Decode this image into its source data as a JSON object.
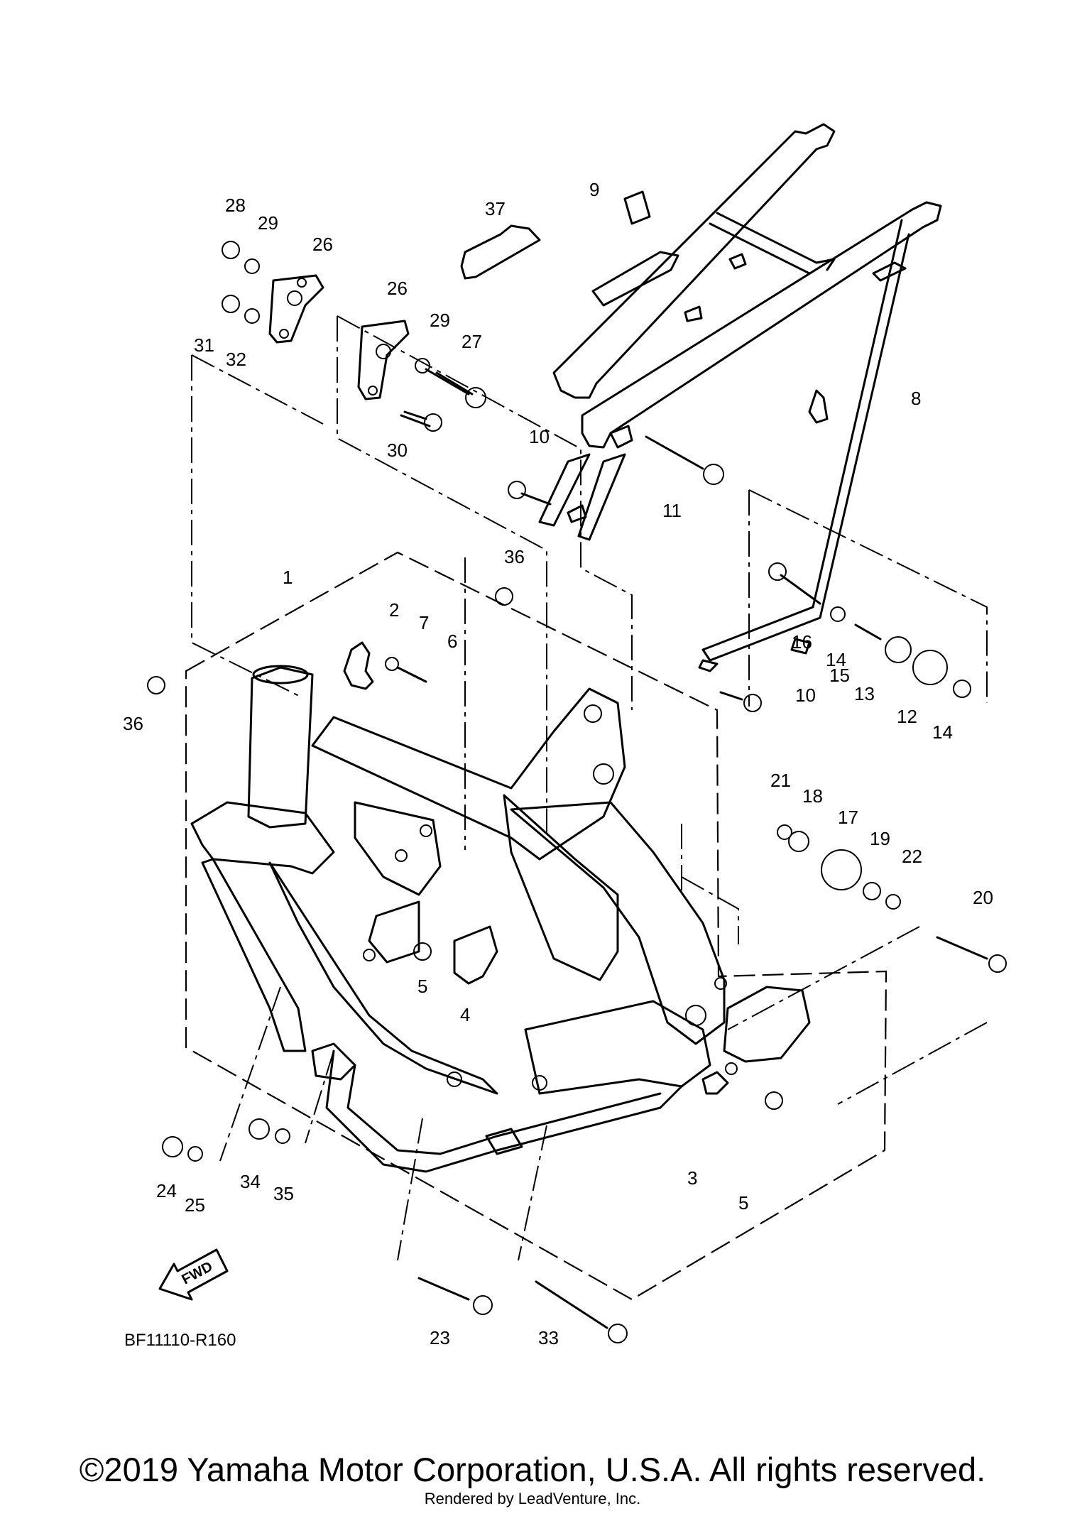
{
  "diagram": {
    "code": "BF11110-R160",
    "fwd_label": "FWD",
    "callouts": [
      "1",
      "2",
      "3",
      "4",
      "5",
      "5",
      "6",
      "7",
      "8",
      "9",
      "10",
      "10",
      "11",
      "12",
      "13",
      "14",
      "14",
      "15",
      "16",
      "17",
      "18",
      "19",
      "20",
      "21",
      "22",
      "23",
      "24",
      "25",
      "26",
      "26",
      "27",
      "28",
      "29",
      "29",
      "30",
      "31",
      "32",
      "33",
      "34",
      "35",
      "36",
      "36",
      "37"
    ]
  },
  "footer": {
    "copyright": "©2019 Yamaha Motor Corporation, U.S.A. All rights reserved.",
    "rendered_by": "Rendered by LeadVenture, Inc."
  }
}
